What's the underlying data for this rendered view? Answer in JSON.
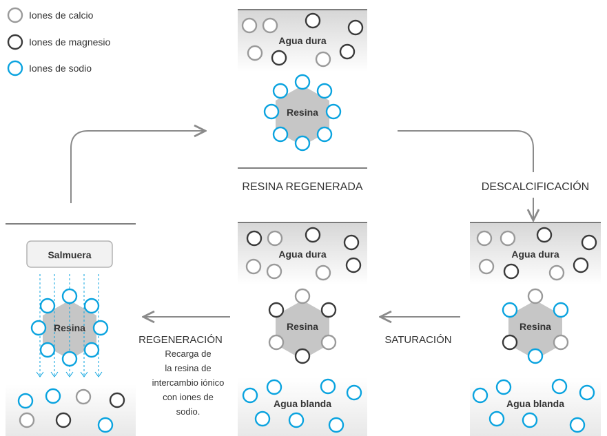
{
  "legend": {
    "calcium": "Iones de calcio",
    "magnesium": "Iones de magnesio",
    "sodium": "Iones de sodio"
  },
  "colors": {
    "calcium": "#9a9a9a",
    "magnesium": "#3a3a3a",
    "sodium": "#0aa3df",
    "resin": "#c6c6c6",
    "arrow": "#8a8a8a",
    "label": "#333333",
    "water_top": "#d9d9d9"
  },
  "labels": {
    "hard_water": "Agua dura",
    "soft_water": "Agua blanda",
    "resin": "Resina",
    "brine": "Salmuera"
  },
  "stages": {
    "regenerated": "RESINA REGENERADA",
    "softening": "DESCALCIFICACIÓN",
    "saturation": "SATURACIÓN",
    "regeneration": "REGENERACIÓN",
    "regeneration_desc": [
      "Recarga de",
      "la resina de",
      "intercambio iónico",
      "con iones de",
      "sodio."
    ]
  }
}
